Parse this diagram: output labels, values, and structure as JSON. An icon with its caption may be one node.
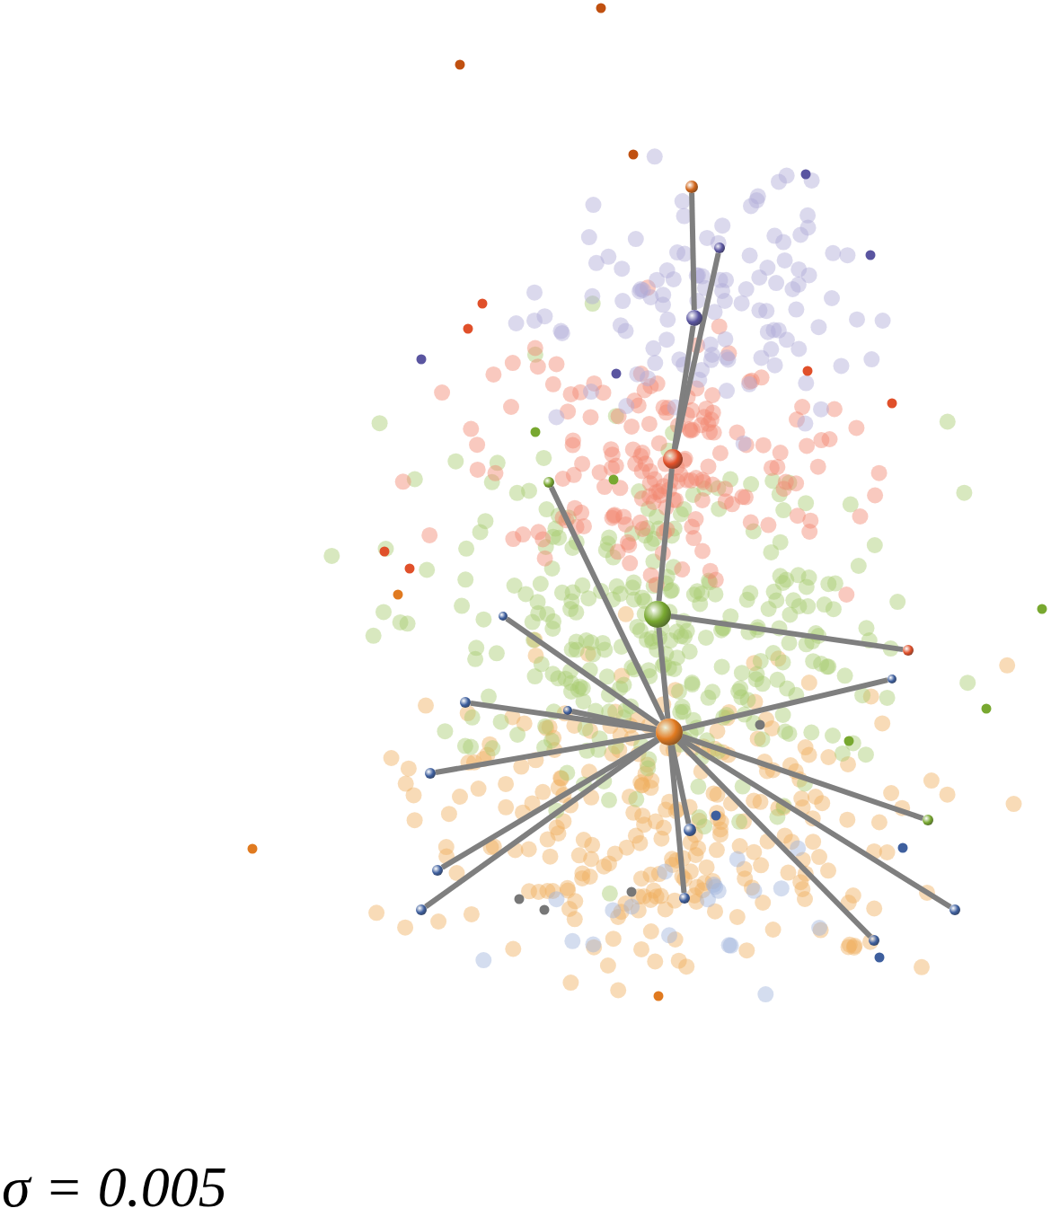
{
  "diagram": {
    "nodes": [
      {
        "text": [],
        "shape": "circle"
      },
      {
        "text": [],
        "shape": "circle"
      },
      {
        "text": [],
        "shape": "circle"
      },
      {
        "text": [],
        "shape": "circle"
      },
      {
        "text": [],
        "shape": "circle"
      },
      {
        "text": [],
        "shape": "circle"
      },
      {
        "text": [],
        "shape": "circle"
      },
      {
        "text": [],
        "shape": "circle"
      },
      {
        "text": [],
        "shape": "circle"
      },
      {
        "text": [],
        "shape": "circle"
      },
      {
        "text": [],
        "shape": "circle"
      },
      {
        "text": [],
        "shape": "circle"
      },
      {
        "text": [],
        "shape": "circle"
      },
      {
        "text": [],
        "shape": "circle"
      },
      {
        "text": [],
        "shape": "circle"
      },
      {
        "text": [],
        "shape": "circle"
      },
      {
        "text": [],
        "shape": "circle"
      },
      {
        "text": [],
        "shape": "circle"
      },
      {
        "text": [],
        "shape": "circle"
      },
      {
        "text": [],
        "shape": "circle"
      }
    ],
    "edges": [
      {
        "from": 0,
        "to": 2,
        "arrow": "none"
      },
      {
        "from": 1,
        "to": 3,
        "arrow": "none"
      },
      {
        "from": 2,
        "to": 3,
        "arrow": "none"
      },
      {
        "from": 3,
        "to": 5,
        "arrow": "none"
      },
      {
        "from": 5,
        "to": 7,
        "arrow": "none"
      },
      {
        "from": 5,
        "to": 11,
        "arrow": "none"
      },
      {
        "from": 11,
        "to": 4,
        "arrow": "none"
      },
      {
        "from": 11,
        "to": 6,
        "arrow": "none"
      },
      {
        "from": 11,
        "to": 8,
        "arrow": "none"
      },
      {
        "from": 11,
        "to": 9,
        "arrow": "none"
      },
      {
        "from": 11,
        "to": 10,
        "arrow": "none"
      },
      {
        "from": 11,
        "to": 12,
        "arrow": "none"
      },
      {
        "from": 11,
        "to": 13,
        "arrow": "none"
      },
      {
        "from": 11,
        "to": 14,
        "arrow": "none"
      },
      {
        "from": 11,
        "to": 15,
        "arrow": "none"
      },
      {
        "from": 11,
        "to": 16,
        "arrow": "none"
      },
      {
        "from": 11,
        "to": 17,
        "arrow": "none"
      },
      {
        "from": 11,
        "to": 18,
        "arrow": "none"
      },
      {
        "from": 11,
        "to": 19,
        "arrow": "none"
      }
    ],
    "labels": [
      "σ = 0.005"
    ]
  }
}
